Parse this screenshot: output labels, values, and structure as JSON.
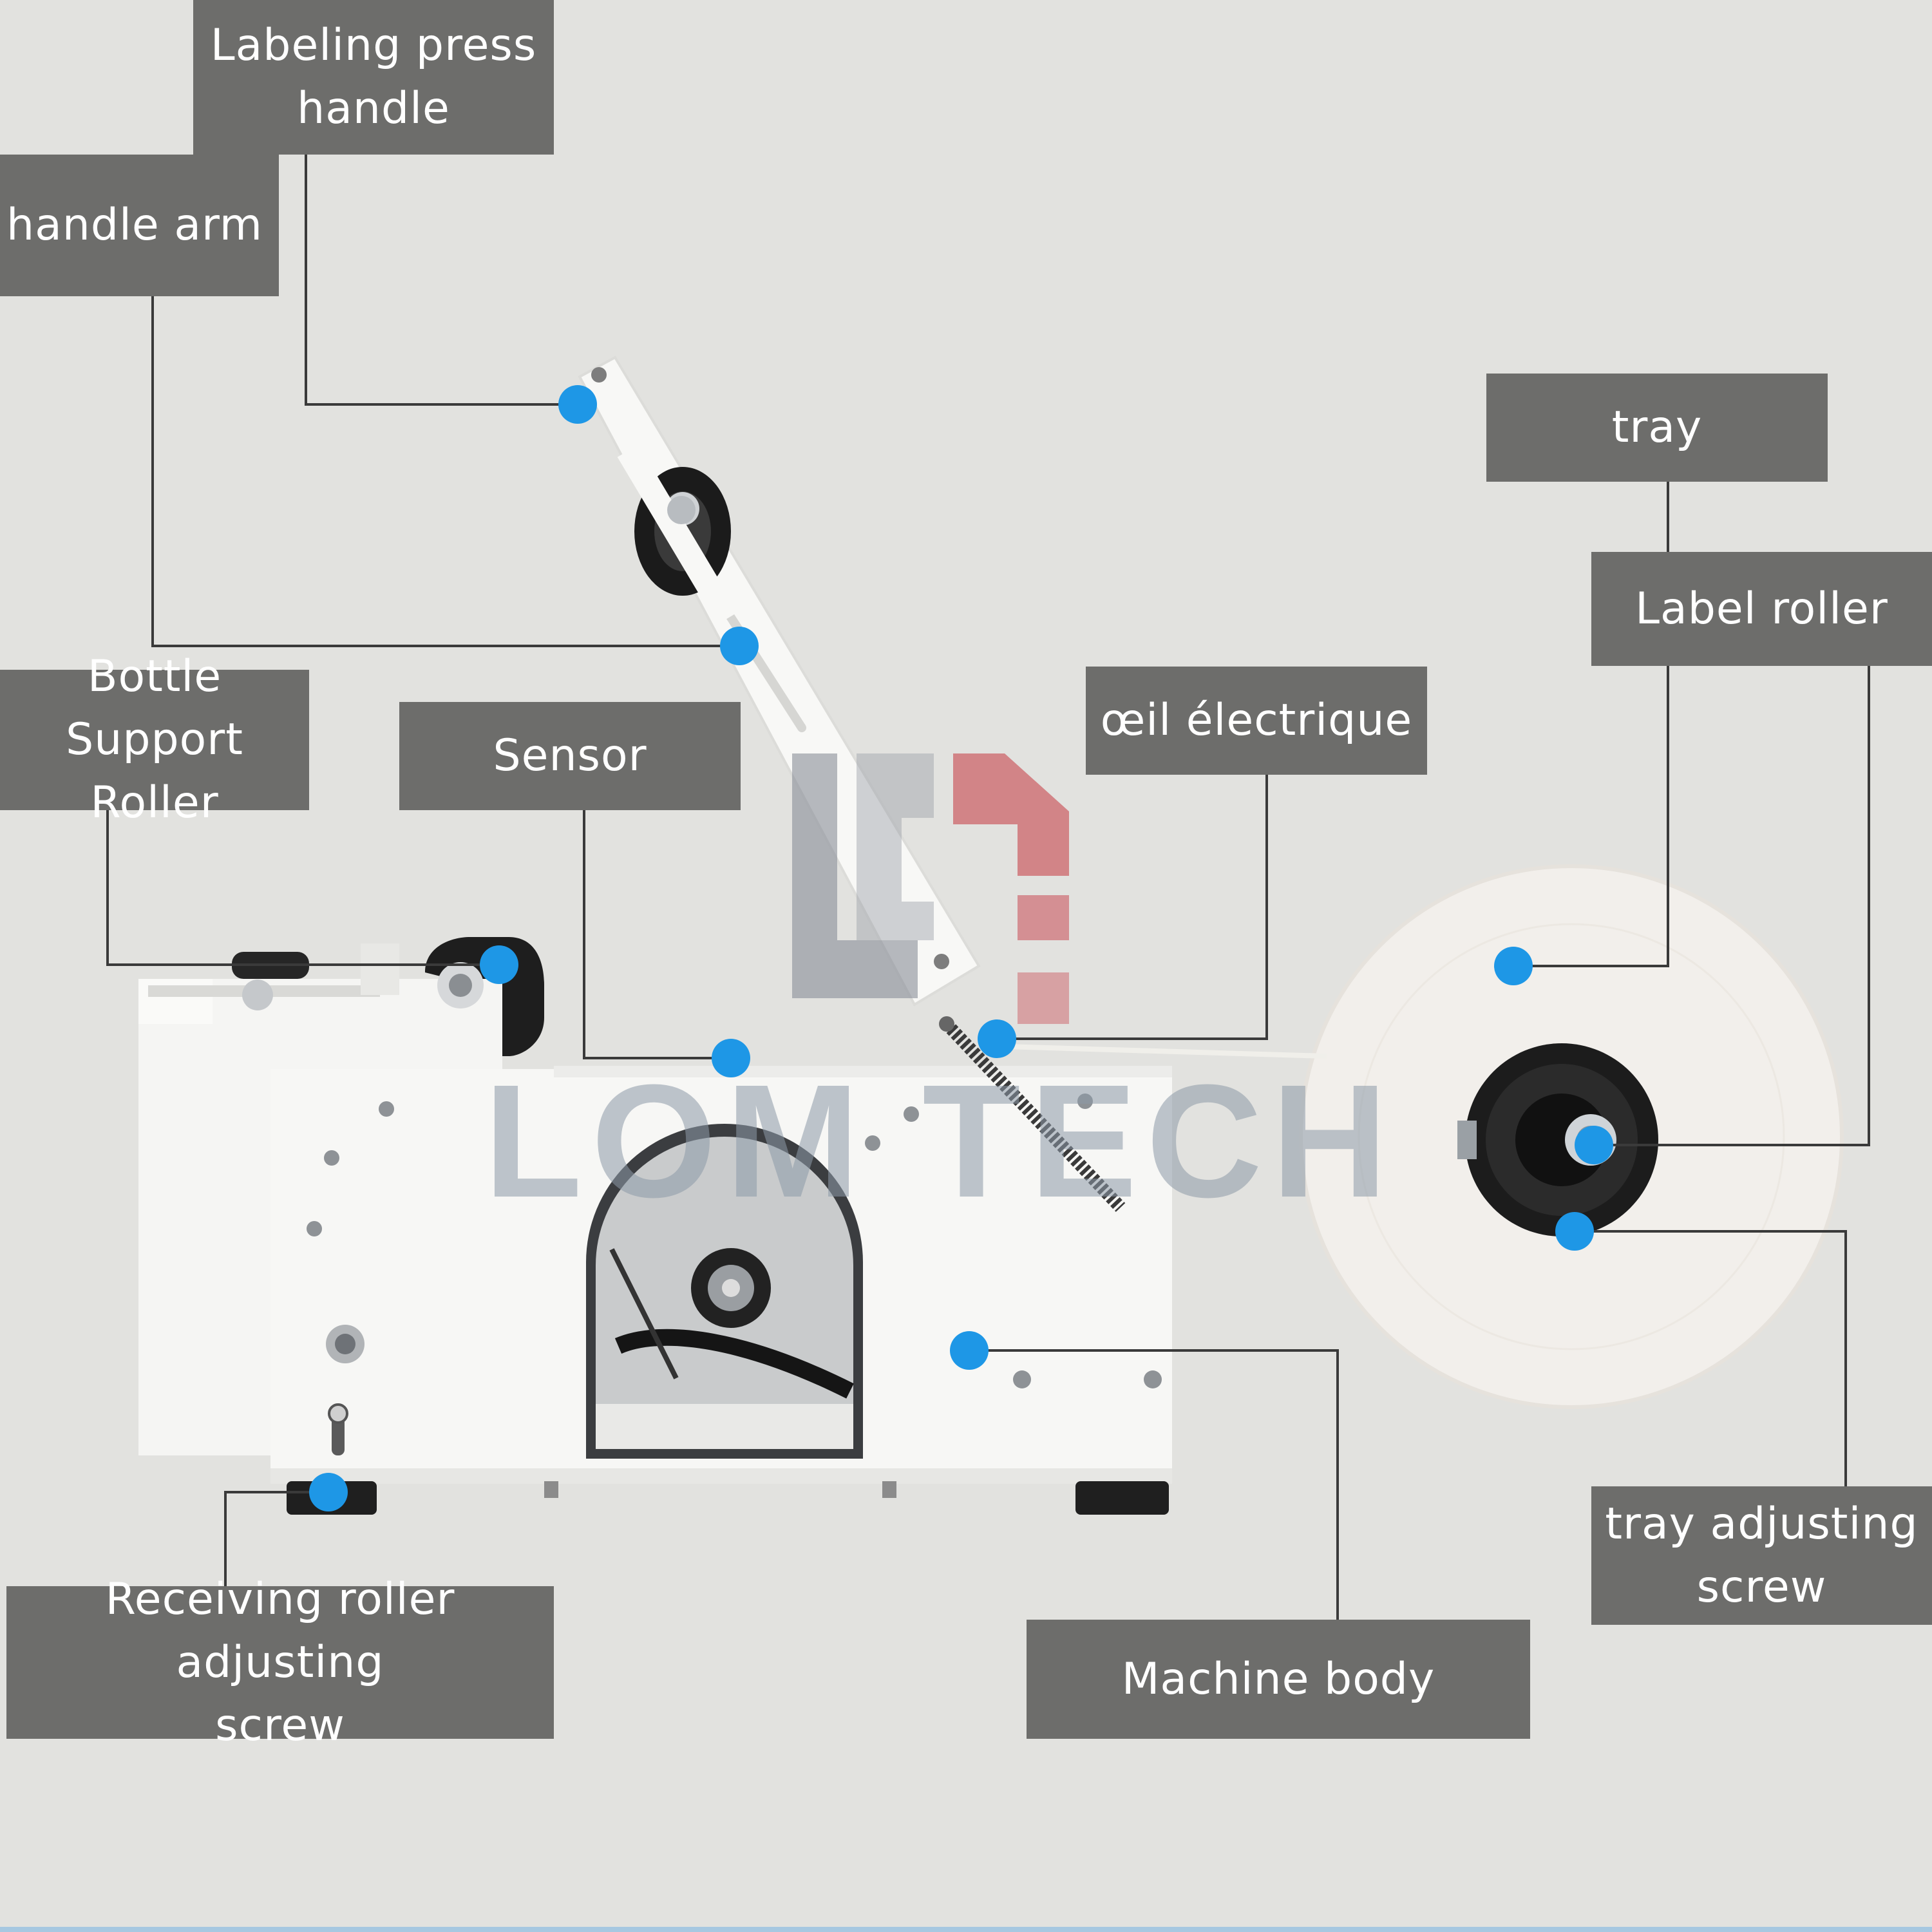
{
  "labels": {
    "labeling_press_handle": "Labeling press\nhandle",
    "handle_arm": "handle arm",
    "tray": "tray",
    "label_roller": "Label roller",
    "bottle_support_roller": "Bottle Support\nRoller",
    "sensor": "Sensor",
    "oeil_electrique": "œil électrique",
    "tray_adjusting_screw": "tray adjusting\nscrew",
    "receiving_roller_adjusting_screw": "Receiving roller adjusting\nscrew",
    "machine_body": "Machine body"
  },
  "watermark": {
    "text": "LOM TECH"
  },
  "colors": {
    "background": "#e2e2df",
    "label_box": "#6d6d6b",
    "label_text": "#ffffff",
    "marker_dot": "#1e97e6",
    "leader_line": "#3a3a3a",
    "machine_body": "#f7f7f5",
    "watermark_logo_red": "#c8464e",
    "watermark_logo_gray": "#8a8f98"
  }
}
